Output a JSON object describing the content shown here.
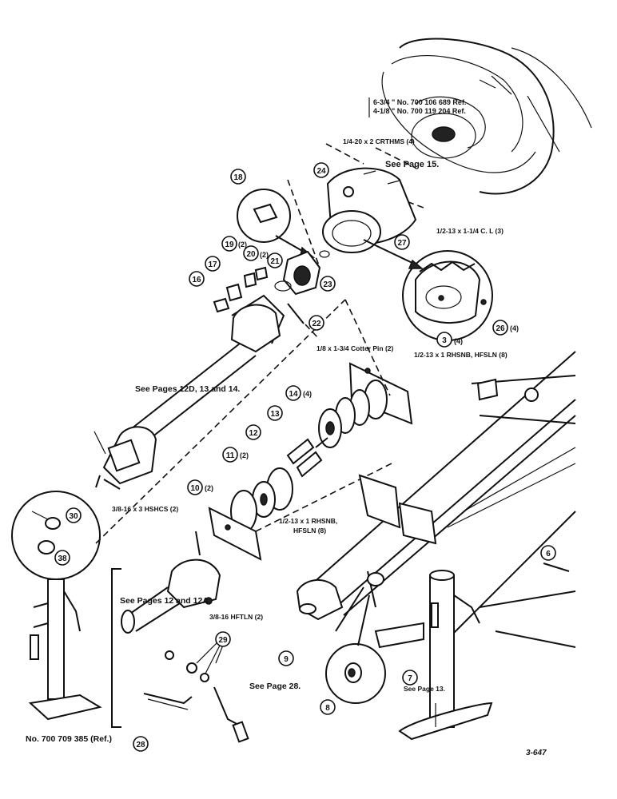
{
  "callouts": {
    "c3": "3",
    "c6": "6",
    "c7": "7",
    "c8": "8",
    "c9": "9",
    "c10": "10",
    "c11": "11",
    "c12": "12",
    "c13": "13",
    "c14": "14",
    "c16": "16",
    "c17": "17",
    "c18": "18",
    "c19": "19",
    "c20": "20",
    "c21": "21",
    "c22": "22",
    "c23": "23",
    "c24": "24",
    "c26": "26",
    "c27": "27",
    "c28": "28",
    "c29": "29",
    "c30": "30",
    "c38": "38"
  },
  "qty": {
    "q4": "(4)",
    "q2a": "(2)",
    "q2b": "(2)",
    "q2c": "(2)",
    "q2d": "(2)",
    "q4b": "(4)",
    "q4c": "(4)"
  },
  "labels": {
    "ref1": "6-3/4 \" No. 700 106 689 Ref.",
    "ref2": "4-1/8 \" No. 700 119 204 Ref.",
    "crthms": "1/4-20 x 2 CRTHMS (4)",
    "see15": "See Page 15.",
    "cl": "1/2-13 x 1-1/4 C. L (3)",
    "cotter": "1/8 x 1-3/4 Cotter Pin (2)",
    "rhsnb1": "1/2-13 x 1 RHSNB, HFSLN (8)",
    "see12d": "See Pages 12D, 13 and 14.",
    "hshcs": "3/8-16 x 3 HSHCS (2)",
    "rhsnb2a": "1/2-13 x 1 RHSNB,",
    "rhsnb2b": "HFSLN (8)",
    "see12": "See Pages 12 and 12A.",
    "hftln": "3/8-16 HFTLN (2)",
    "see28": "See Page 28.",
    "see13": "See Page 13.",
    "ref3": "No. 700 709 385 (Ref.)",
    "drawing": "3-647"
  }
}
